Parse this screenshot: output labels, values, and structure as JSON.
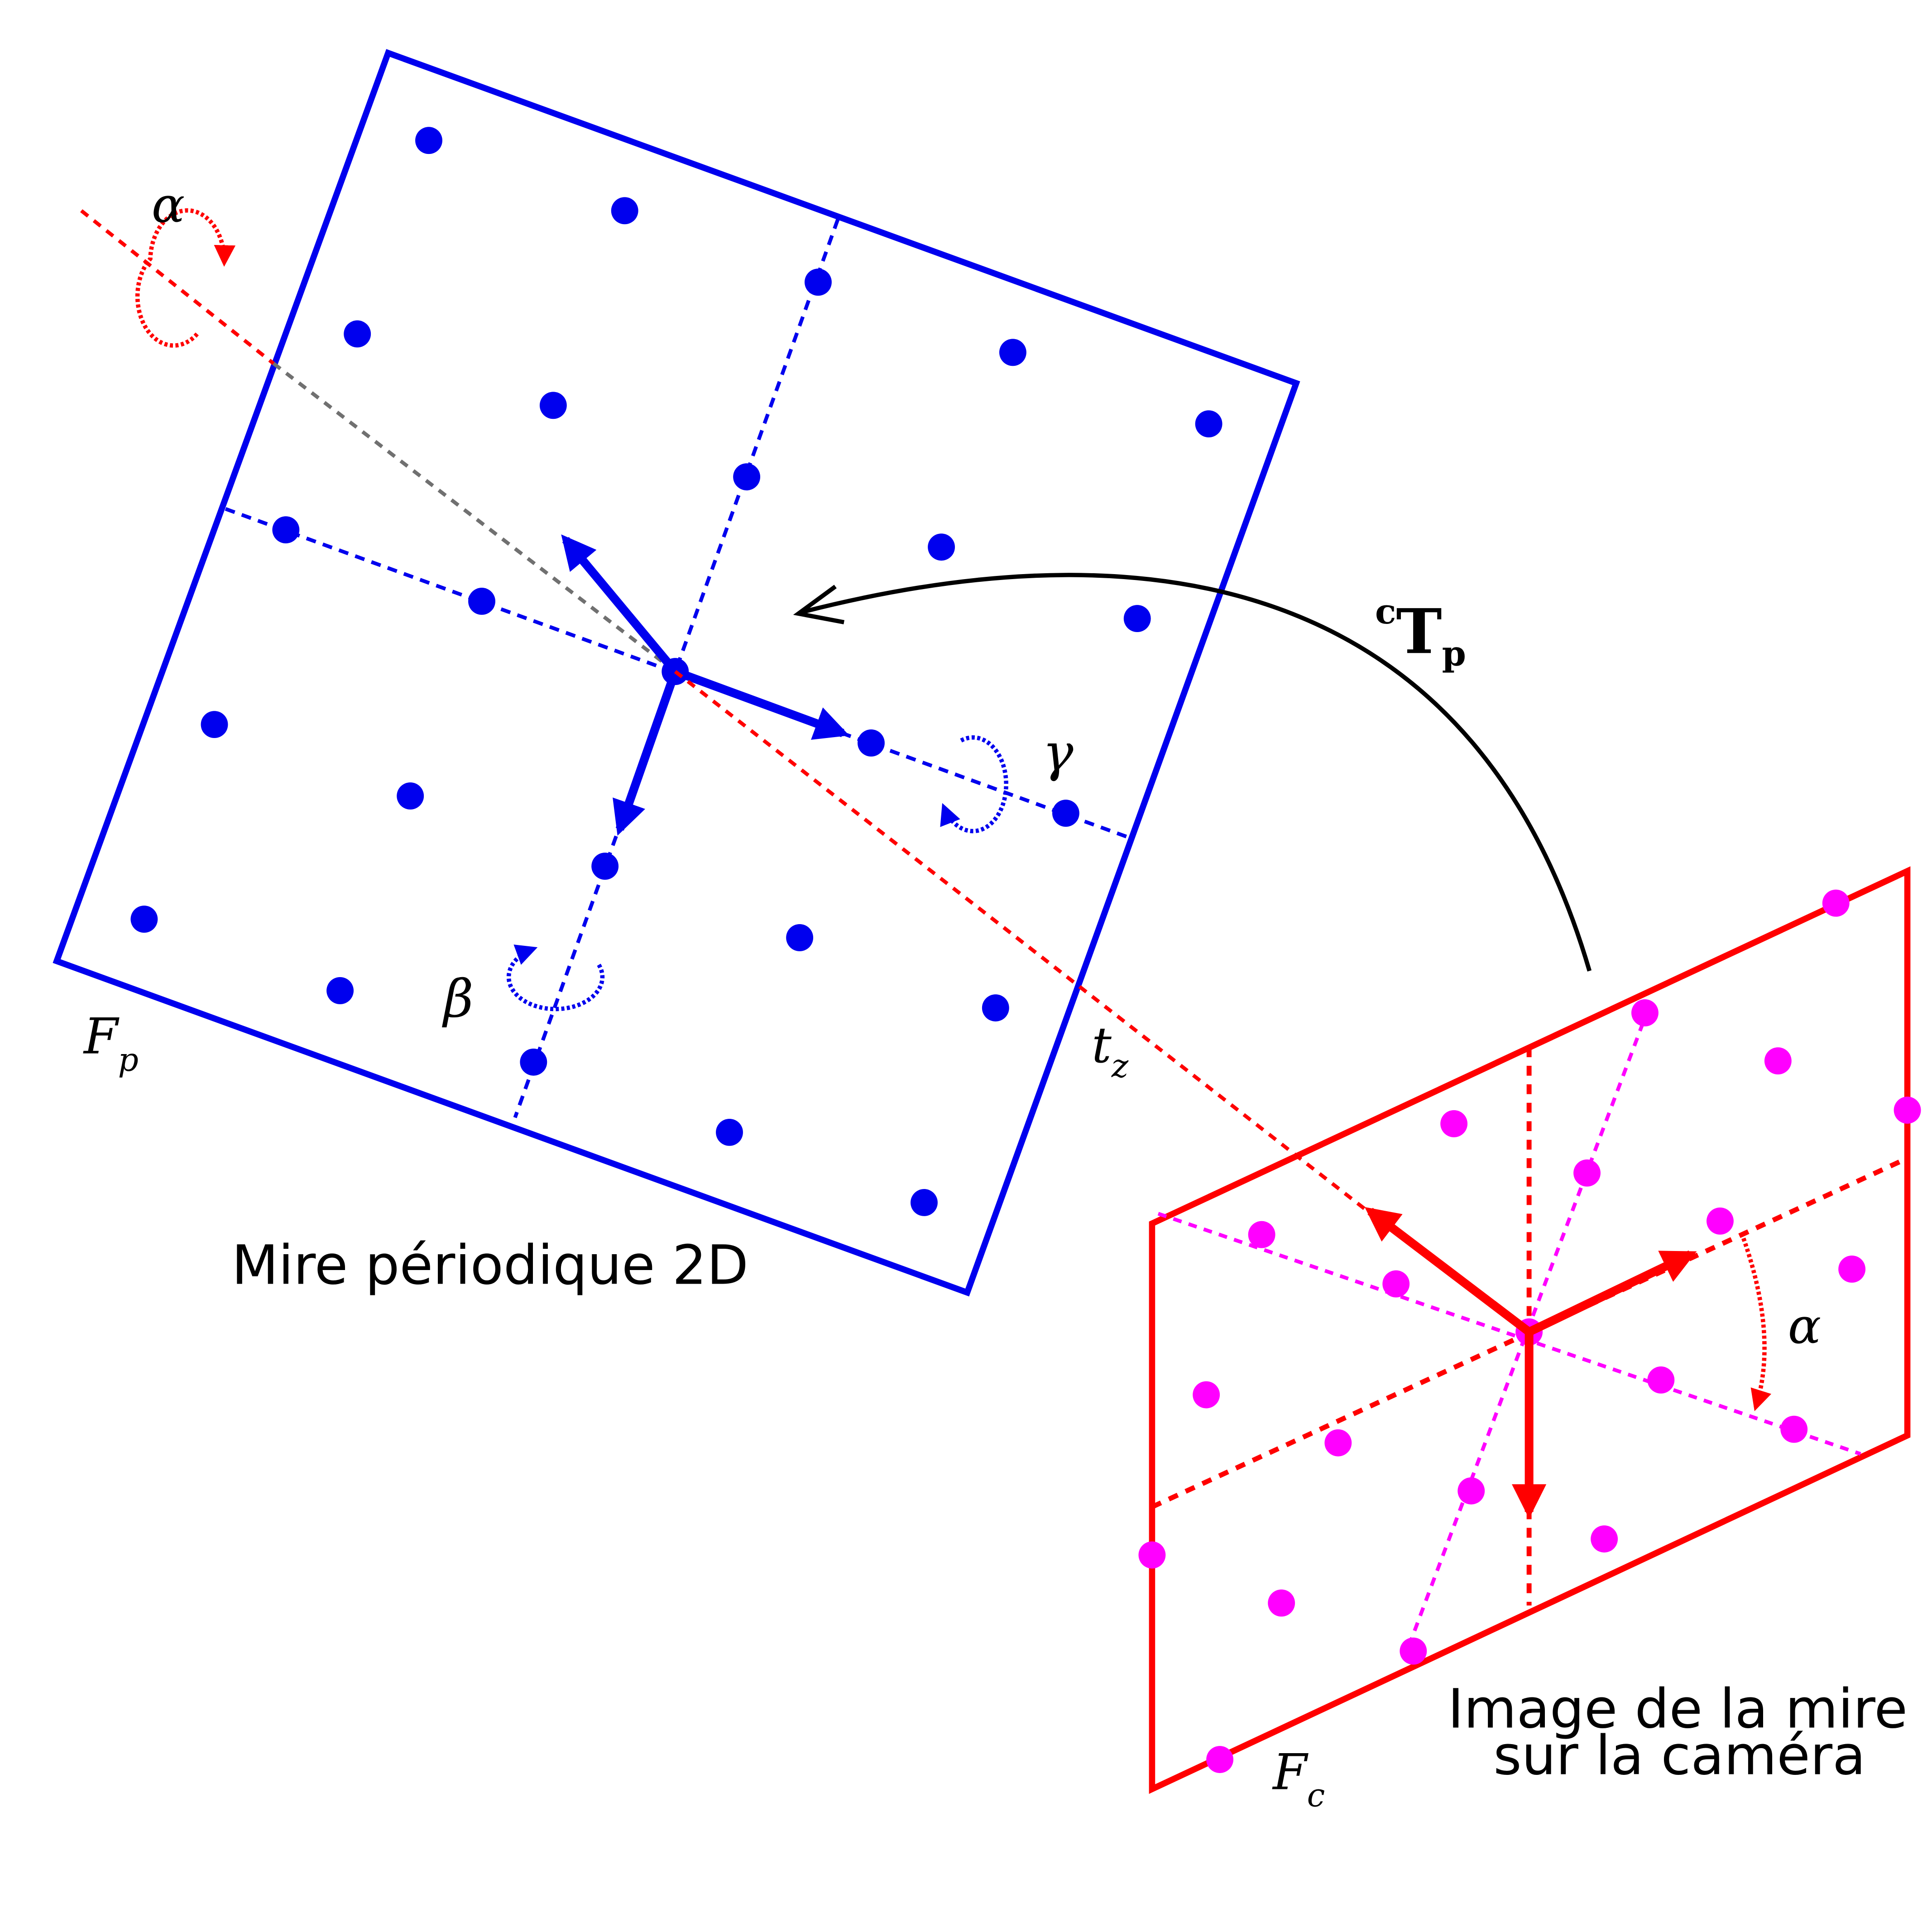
{
  "pattern_caption": "Mire périodique 2D",
  "camera_caption_line1": "Image de la mire",
  "camera_caption_line2": "sur la caméra",
  "frame_pattern": {
    "letter": "F",
    "sub": "p"
  },
  "frame_camera": {
    "letter": "F",
    "sub": "c"
  },
  "transform": {
    "sup": "c",
    "main": "T",
    "sub": "p"
  },
  "angle_alpha": "α",
  "angle_alpha_camera": "α",
  "angle_beta": "β",
  "angle_gamma": "γ",
  "translation": {
    "letter": "t",
    "sub": "z"
  },
  "colors": {
    "pattern": "#0000ee",
    "camera": "#ff0000",
    "projected_dots": "#ff00ff",
    "transform_arrow": "#000000",
    "axis_gray": "#707070"
  }
}
